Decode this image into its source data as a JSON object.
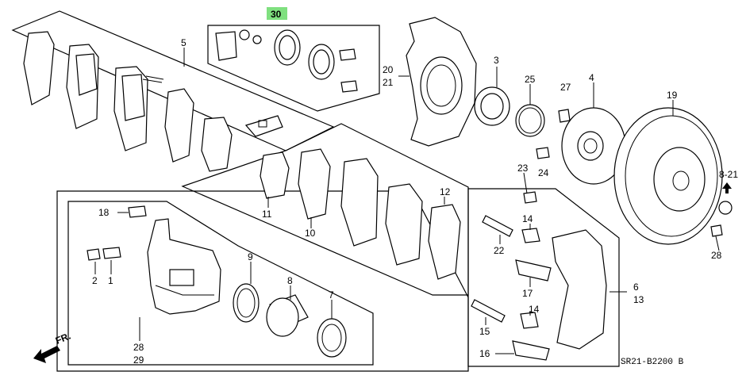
{
  "diagram": {
    "highlight_color": "#7fe07f",
    "callouts": {
      "c30": "30",
      "c5": "5",
      "c20": "20",
      "c21": "21",
      "c3": "3",
      "c25": "25",
      "c27": "27",
      "c4": "4",
      "c19": "19",
      "c24": "24",
      "c23": "23",
      "c8_21": "8-21",
      "c12": "12",
      "c11": "11",
      "c10": "10",
      "c18": "18",
      "c9": "9",
      "c8": "8",
      "c7": "7",
      "c2": "2",
      "c1": "1",
      "c28a": "28",
      "c29": "29",
      "c14a": "14",
      "c22": "22",
      "c17": "17",
      "c14b": "14",
      "c15": "15",
      "c16": "16",
      "c6": "6",
      "c13": "13",
      "c28b": "28"
    },
    "front_marker": "FR.",
    "diagram_code": "SR21-B2200 B"
  }
}
